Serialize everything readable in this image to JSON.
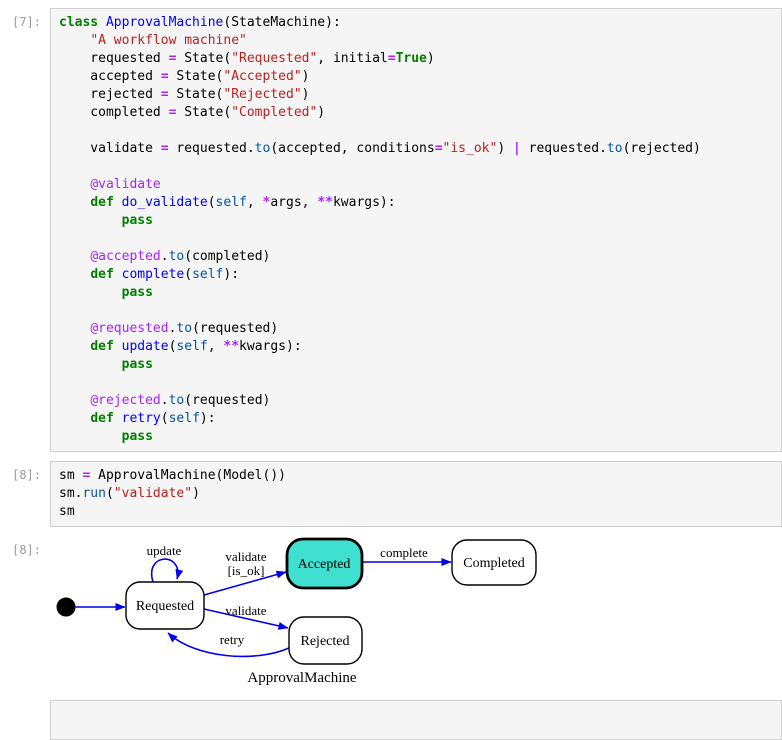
{
  "colors": {
    "keyword": "#008000",
    "definition": "#0000ff",
    "string": "#ba2121",
    "operator": "#aa22ff",
    "decorator": "#aa22ff",
    "property_self": "#0055aa",
    "cell_background": "#f5f5f5",
    "cell_border": "#cfcfcf",
    "prompt_gray": "#9b9b9b",
    "edge_blue": "#0000ee",
    "current_state_fill": "#40e0d0",
    "state_stroke": "#000000"
  },
  "cells": [
    {
      "prompt": "[7]:",
      "lines": [
        [
          [
            "kw",
            "class"
          ],
          [
            "p",
            " "
          ],
          [
            "def",
            "ApprovalMachine"
          ],
          [
            "p",
            "(StateMachine):"
          ]
        ],
        [
          [
            "p",
            "    "
          ],
          [
            "str",
            "\"A workflow machine\""
          ]
        ],
        [
          [
            "p",
            "    requested "
          ],
          [
            "op",
            "="
          ],
          [
            "p",
            " State("
          ],
          [
            "str",
            "\"Requested\""
          ],
          [
            "p",
            ", initial"
          ],
          [
            "op",
            "="
          ],
          [
            "kw",
            "True"
          ],
          [
            "p",
            ")"
          ]
        ],
        [
          [
            "p",
            "    accepted "
          ],
          [
            "op",
            "="
          ],
          [
            "p",
            " State("
          ],
          [
            "str",
            "\"Accepted\""
          ],
          [
            "p",
            ")"
          ]
        ],
        [
          [
            "p",
            "    rejected "
          ],
          [
            "op",
            "="
          ],
          [
            "p",
            " State("
          ],
          [
            "str",
            "\"Rejected\""
          ],
          [
            "p",
            ")"
          ]
        ],
        [
          [
            "p",
            "    completed "
          ],
          [
            "op",
            "="
          ],
          [
            "p",
            " State("
          ],
          [
            "str",
            "\"Completed\""
          ],
          [
            "p",
            ")"
          ]
        ],
        [],
        [
          [
            "p",
            "    validate "
          ],
          [
            "op",
            "="
          ],
          [
            "p",
            " requested."
          ],
          [
            "b2",
            "to"
          ],
          [
            "p",
            "(accepted, conditions"
          ],
          [
            "op",
            "="
          ],
          [
            "str",
            "\"is_ok\""
          ],
          [
            "p",
            ") "
          ],
          [
            "op",
            "|"
          ],
          [
            "p",
            " requested."
          ],
          [
            "b2",
            "to"
          ],
          [
            "p",
            "(rejected)"
          ]
        ],
        [],
        [
          [
            "p",
            "    "
          ],
          [
            "meta",
            "@validate"
          ]
        ],
        [
          [
            "p",
            "    "
          ],
          [
            "kw",
            "def"
          ],
          [
            "p",
            " "
          ],
          [
            "def",
            "do_validate"
          ],
          [
            "p",
            "("
          ],
          [
            "b2",
            "self"
          ],
          [
            "p",
            ", "
          ],
          [
            "op",
            "*"
          ],
          [
            "p",
            "args, "
          ],
          [
            "op",
            "**"
          ],
          [
            "p",
            "kwargs):"
          ]
        ],
        [
          [
            "p",
            "        "
          ],
          [
            "kw",
            "pass"
          ]
        ],
        [],
        [
          [
            "p",
            "    "
          ],
          [
            "meta",
            "@accepted"
          ],
          [
            "p",
            "."
          ],
          [
            "b2",
            "to"
          ],
          [
            "p",
            "(completed)"
          ]
        ],
        [
          [
            "p",
            "    "
          ],
          [
            "kw",
            "def"
          ],
          [
            "p",
            " "
          ],
          [
            "def",
            "complete"
          ],
          [
            "p",
            "("
          ],
          [
            "b2",
            "self"
          ],
          [
            "p",
            "):"
          ]
        ],
        [
          [
            "p",
            "        "
          ],
          [
            "kw",
            "pass"
          ]
        ],
        [],
        [
          [
            "p",
            "    "
          ],
          [
            "meta",
            "@requested"
          ],
          [
            "p",
            "."
          ],
          [
            "b2",
            "to"
          ],
          [
            "p",
            "(requested)"
          ]
        ],
        [
          [
            "p",
            "    "
          ],
          [
            "kw",
            "def"
          ],
          [
            "p",
            " "
          ],
          [
            "def",
            "update"
          ],
          [
            "p",
            "("
          ],
          [
            "b2",
            "self"
          ],
          [
            "p",
            ", "
          ],
          [
            "op",
            "**"
          ],
          [
            "p",
            "kwargs):"
          ]
        ],
        [
          [
            "p",
            "        "
          ],
          [
            "kw",
            "pass"
          ]
        ],
        [],
        [
          [
            "p",
            "    "
          ],
          [
            "meta",
            "@rejected"
          ],
          [
            "p",
            "."
          ],
          [
            "b2",
            "to"
          ],
          [
            "p",
            "(requested)"
          ]
        ],
        [
          [
            "p",
            "    "
          ],
          [
            "kw",
            "def"
          ],
          [
            "p",
            " "
          ],
          [
            "def",
            "retry"
          ],
          [
            "p",
            "("
          ],
          [
            "b2",
            "self"
          ],
          [
            "p",
            "):"
          ]
        ],
        [
          [
            "p",
            "        "
          ],
          [
            "kw",
            "pass"
          ]
        ]
      ]
    },
    {
      "prompt": "[8]:",
      "lines": [
        [
          [
            "p",
            "sm "
          ],
          [
            "op",
            "="
          ],
          [
            "p",
            " ApprovalMachine(Model())"
          ]
        ],
        [
          [
            "p",
            "sm."
          ],
          [
            "b2",
            "run"
          ],
          [
            "p",
            "("
          ],
          [
            "str",
            "\"validate\""
          ],
          [
            "p",
            ")"
          ]
        ],
        [
          [
            "p",
            "sm"
          ]
        ]
      ]
    }
  ],
  "output": {
    "prompt": "[8]:",
    "diagram": {
      "caption": "ApprovalMachine",
      "initial_state": "Requested",
      "current_state": "Accepted",
      "states": [
        {
          "name": "Requested"
        },
        {
          "name": "Accepted"
        },
        {
          "name": "Completed"
        },
        {
          "name": "Rejected"
        }
      ],
      "transitions": [
        {
          "event": "update",
          "guard": "",
          "from": "Requested",
          "to": "Requested"
        },
        {
          "event": "validate",
          "guard": "[is_ok]",
          "from": "Requested",
          "to": "Accepted"
        },
        {
          "event": "complete",
          "guard": "",
          "from": "Accepted",
          "to": "Completed"
        },
        {
          "event": "validate",
          "guard": "",
          "from": "Requested",
          "to": "Rejected"
        },
        {
          "event": "retry",
          "guard": "",
          "from": "Rejected",
          "to": "Requested"
        }
      ]
    }
  }
}
